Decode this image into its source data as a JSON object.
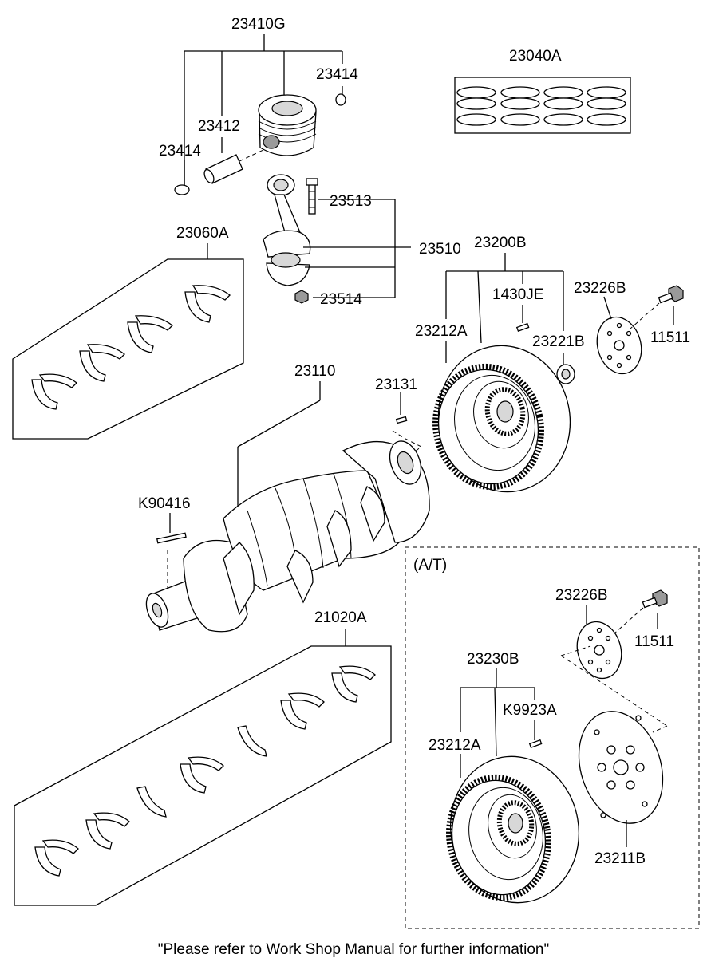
{
  "labels": {
    "piston_assy": "23410G",
    "snap_ring_top": "23414",
    "piston_pin": "23412",
    "snap_ring_bottom": "23414",
    "piston_ring_set": "23040A",
    "conrod_bolt": "23513",
    "conrod_assy": "23510",
    "conrod_nut": "23514",
    "conrod_bearing_set": "23060A",
    "flywheel_assy": "23200B",
    "flywheel_pin": "1430JE",
    "ring_gear": "23212A",
    "flywheel_bushing": "23221B",
    "flywheel_plate": "23226B",
    "flywheel_bolt": "11511",
    "crankshaft": "23110",
    "crank_pin": "23131",
    "woodruff_key": "K90416",
    "main_bearing_set": "21020A",
    "at_section": "(A/T)",
    "at_plate": "23226B",
    "at_bolt": "11511",
    "drive_plate_assy": "23230B",
    "at_pin": "K9923A",
    "at_ring_gear": "23212A",
    "drive_plate": "23211B"
  },
  "footer_note": "\"Please refer to Work Shop Manual for further information\""
}
